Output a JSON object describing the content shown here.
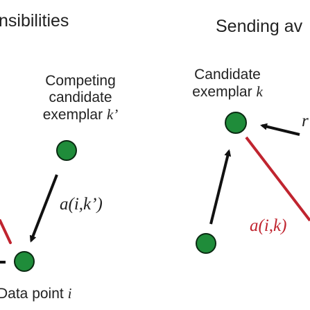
{
  "colors": {
    "node_fill": "#1f8c3a",
    "node_stroke": "#0a2a12",
    "responsibility_arrow": "#111111",
    "availability_line": "#c0242f"
  },
  "left_panel": {
    "heading": "nsibilities",
    "competing_exemplar": {
      "line1": "Competing",
      "line2": "candidate",
      "line3_text": "exemplar ",
      "line3_var": "k’"
    },
    "formula": "a(i,k’)",
    "data_point": {
      "text": "Data point ",
      "var": "i"
    }
  },
  "right_panel": {
    "heading": "Sending av",
    "candidate_exemplar": {
      "line1": "Candidate",
      "line2_text": "exemplar ",
      "line2_var": "k"
    },
    "formula_red": "a(i,k)",
    "formula_partial": "r"
  }
}
